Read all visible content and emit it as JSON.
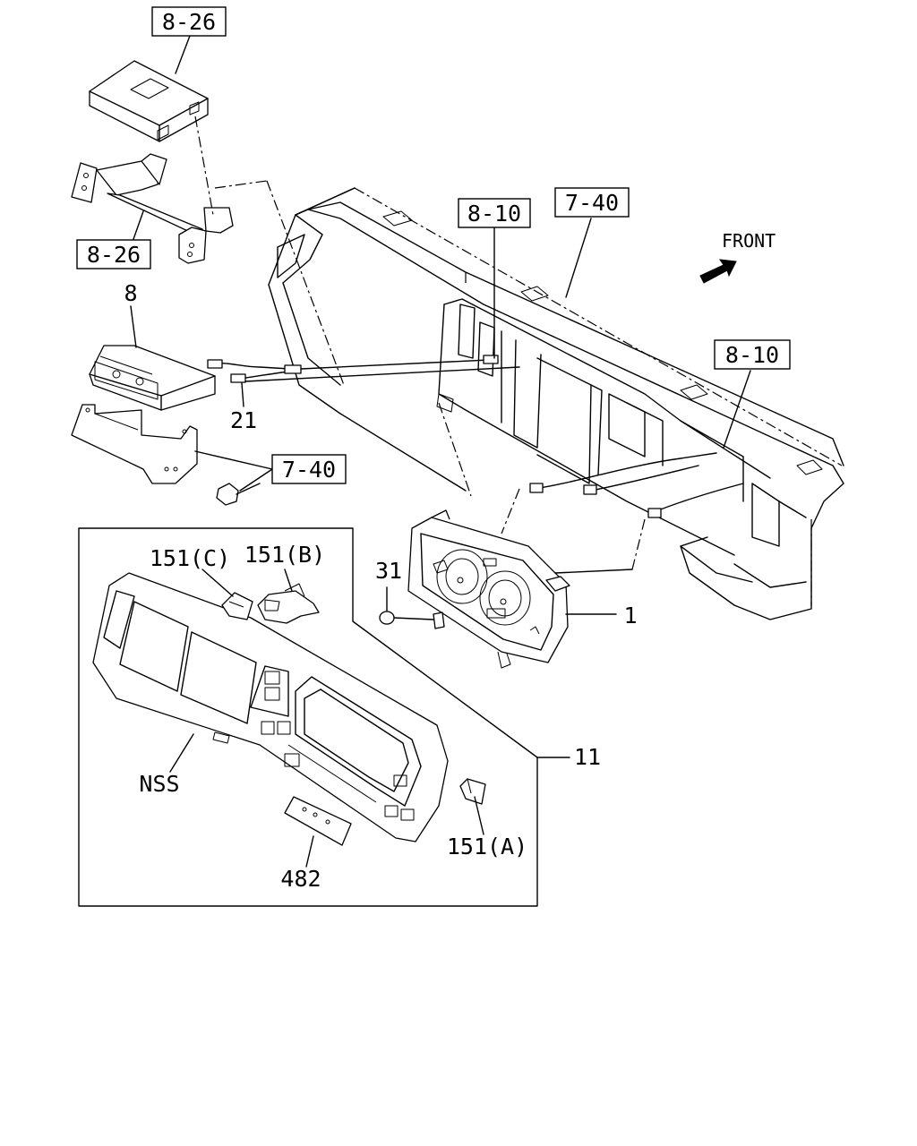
{
  "labels": {
    "ref_8_26_top": "8-26",
    "ref_8_26_mid": "8-26",
    "ref_8_10_center": "8-10",
    "ref_7_40_top": "7-40",
    "ref_8_10_right": "8-10",
    "ref_7_40_left": "7-40",
    "front": "FRONT",
    "part_8": "8",
    "part_21": "21",
    "part_31": "31",
    "part_1": "1",
    "part_11": "11",
    "part_151c": "151(C)",
    "part_151b": "151(B)",
    "part_151a": "151(A)",
    "part_nss": "NSS",
    "part_482": "482"
  },
  "icons": {
    "front_arrow": "arrow-up-right-icon"
  }
}
